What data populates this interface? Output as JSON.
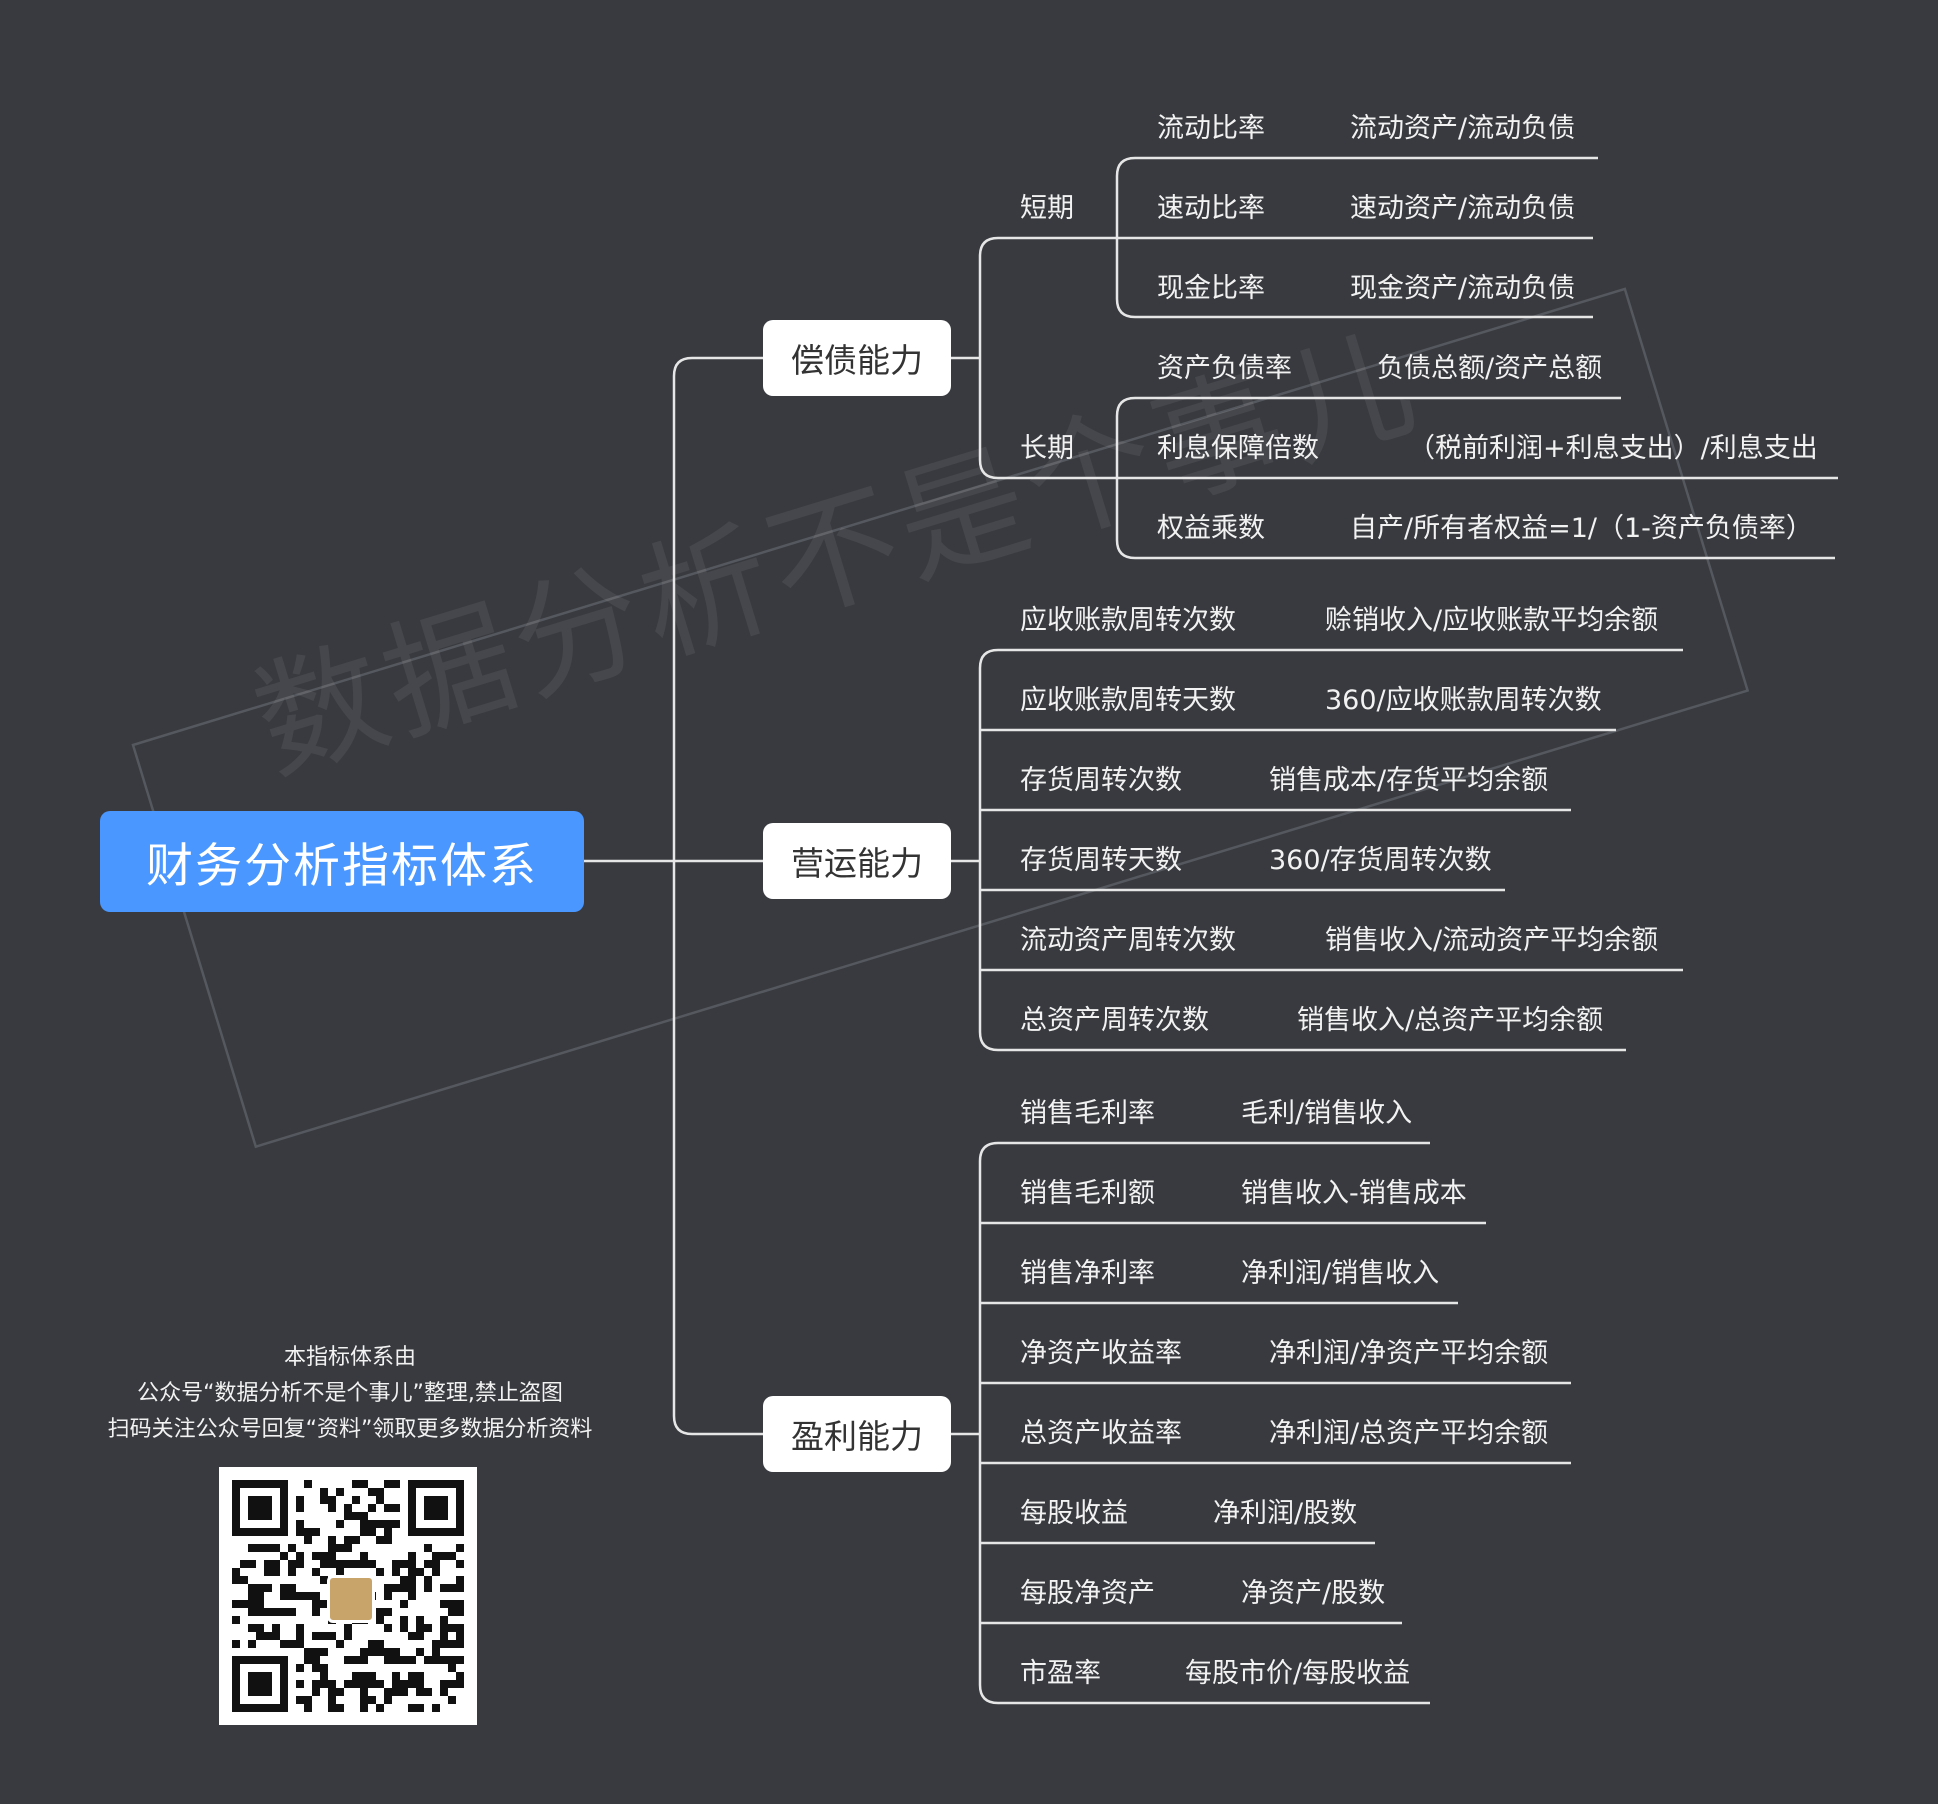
{
  "watermark": "数据分析不是个事儿",
  "root": "财务分析指标体系",
  "branches": {
    "solvency": {
      "label": "偿债能力",
      "short_term": {
        "label": "短期",
        "items": [
          {
            "name": "流动比率",
            "formula": "流动资产/流动负债"
          },
          {
            "name": "速动比率",
            "formula": "速动资产/流动负债"
          },
          {
            "name": "现金比率",
            "formula": "现金资产/流动负债"
          }
        ]
      },
      "long_term": {
        "label": "长期",
        "items": [
          {
            "name": "资产负债率",
            "formula": "负债总额/资产总额"
          },
          {
            "name": "利息保障倍数",
            "formula": "（税前利润+利息支出）/利息支出"
          },
          {
            "name": "权益乘数",
            "formula": "自产/所有者权益=1/（1-资产负债率）"
          }
        ]
      }
    },
    "operation": {
      "label": "营运能力",
      "items": [
        {
          "name": "应收账款周转次数",
          "formula": "赊销收入/应收账款平均余额"
        },
        {
          "name": "应收账款周转天数",
          "formula": "360/应收账款周转次数"
        },
        {
          "name": "存货周转次数",
          "formula": "销售成本/存货平均余额"
        },
        {
          "name": "存货周转天数",
          "formula": "360/存货周转次数"
        },
        {
          "name": "流动资产周转次数",
          "formula": "销售收入/流动资产平均余额"
        },
        {
          "name": "总资产周转次数",
          "formula": "销售收入/总资产平均余额"
        }
      ]
    },
    "profitability": {
      "label": "盈利能力",
      "items": [
        {
          "name": "销售毛利率",
          "formula": "毛利/销售收入"
        },
        {
          "name": "销售毛利额",
          "formula": "销售收入-销售成本"
        },
        {
          "name": "销售净利率",
          "formula": "净利润/销售收入"
        },
        {
          "name": "净资产收益率",
          "formula": "净利润/净资产平均余额"
        },
        {
          "name": "总资产收益率",
          "formula": "净利润/总资产平均余额"
        },
        {
          "name": "每股收益",
          "formula": "净利润/股数"
        },
        {
          "name": "每股净资产",
          "formula": "净资产/股数"
        },
        {
          "name": "市盈率",
          "formula": "每股市价/每股收益"
        }
      ]
    }
  },
  "footer": {
    "line1": "本指标体系由",
    "line2": "公众号“数据分析不是个事儿”整理,禁止盗图",
    "line3": "扫码关注公众号回复“资料”领取更多数据分析资料"
  },
  "qr_icon": "qr-code-icon"
}
